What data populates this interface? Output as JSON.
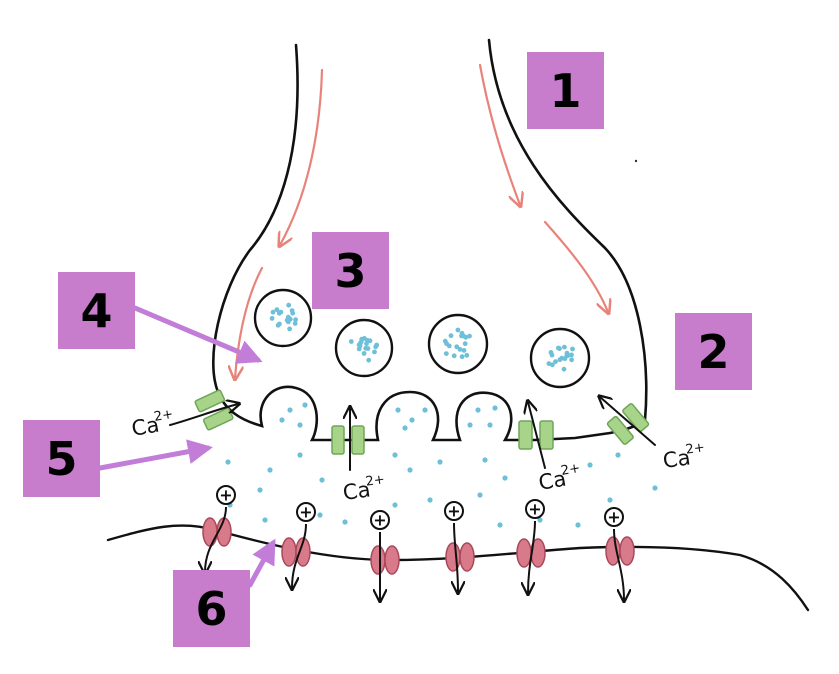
{
  "labels": {
    "l1": "1",
    "l2": "2",
    "l3": "3",
    "l4": "4",
    "l5": "5",
    "l6": "6"
  },
  "ions": {
    "calcium": "Ca",
    "calcium_charge": "2+",
    "positive": "+"
  },
  "colors": {
    "label_box": "#c77ccc",
    "pointer_arrow": "#c27dd8",
    "signal_arrow": "#e8837a",
    "vesicle_dot": "#6ebfd8",
    "calcium_channel": "#a8d48a",
    "receptor": "#d97a8a",
    "outline": "#111111"
  }
}
